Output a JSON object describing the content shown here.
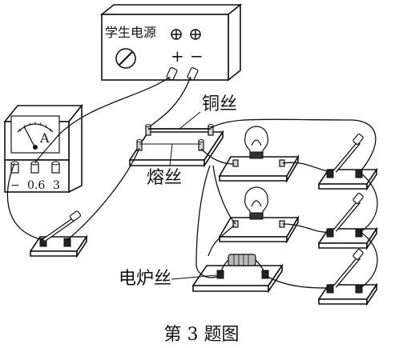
{
  "power_supply": {
    "label": "学生电源",
    "plus": "+",
    "minus": "−"
  },
  "ammeter": {
    "unit": "A",
    "terminal_minus": "−",
    "terminal_0_6": "0.6",
    "terminal_3": "3"
  },
  "labels": {
    "copper_wire": "铜丝",
    "fuse_wire": "熔丝",
    "furnace_wire": "电炉丝"
  },
  "caption": "第 3 题图"
}
